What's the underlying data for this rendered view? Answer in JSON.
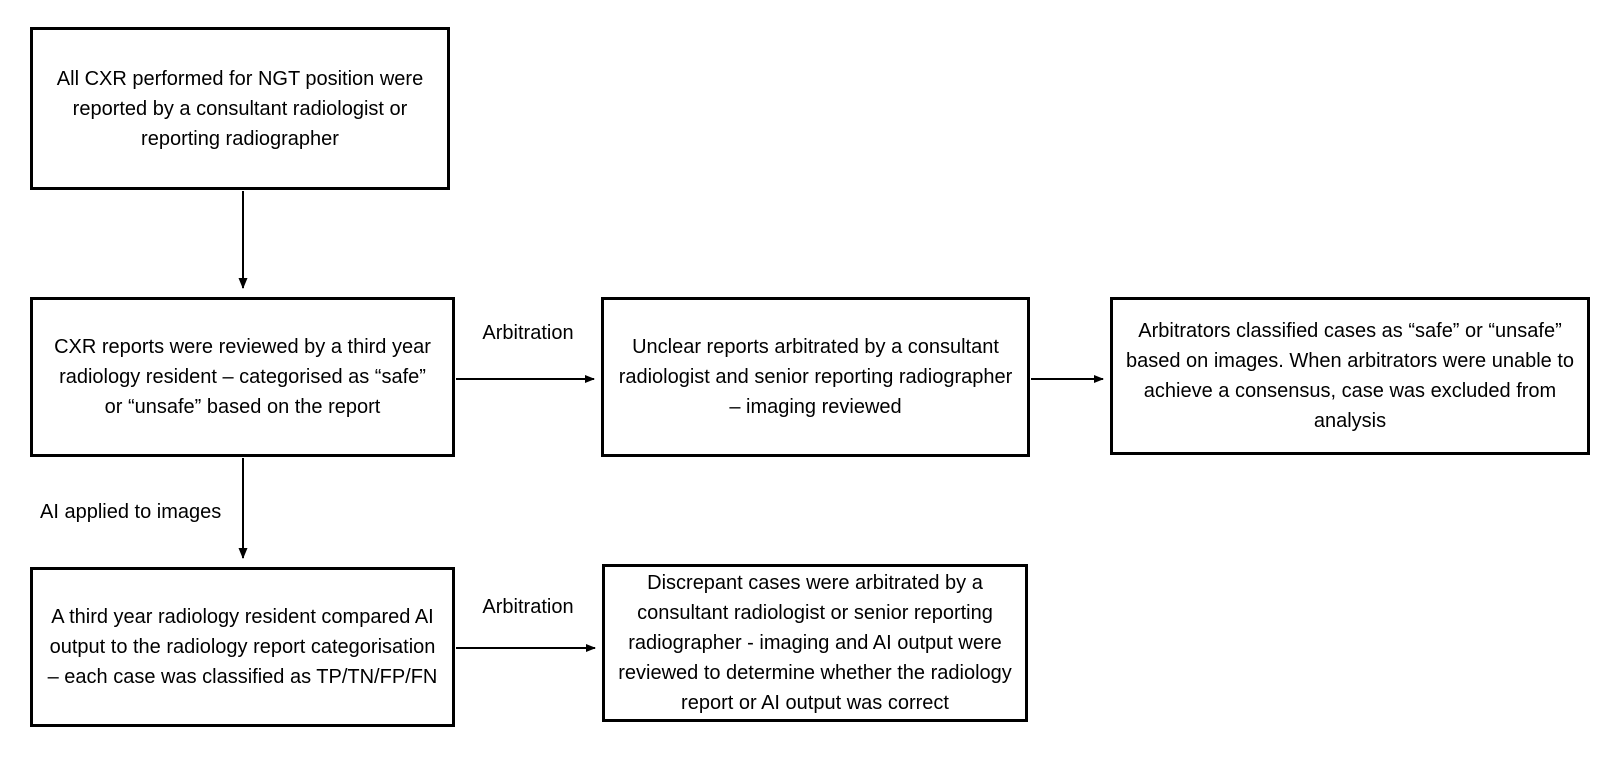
{
  "colors": {
    "background": "#ffffff",
    "box_border": "#000000",
    "text": "#000000",
    "arrow": "#000000"
  },
  "flowchart": {
    "boxes": [
      {
        "id": "cxr-reported",
        "text": "All CXR performed for NGT position were reported by a consultant radiologist or reporting radiographer"
      },
      {
        "id": "cxr-reviewed",
        "text": "CXR reports were reviewed by a third year radiology resident – categorised as “safe” or “unsafe” based on the report"
      },
      {
        "id": "unclear-arbitrated",
        "text": "Unclear reports arbitrated by a consultant radiologist and senior reporting radiographer – imaging reviewed"
      },
      {
        "id": "arbitrators-classified",
        "text": "Arbitrators classified cases as “safe” or “unsafe” based on images. When arbitrators were unable to achieve a consensus, case was excluded from analysis"
      },
      {
        "id": "ai-compared",
        "text": "A third year radiology resident compared AI output to the radiology report categorisation – each case was classified as TP/TN/FP/FN"
      },
      {
        "id": "discrepant-arbitrated",
        "text": "Discrepant cases were arbitrated by a consultant radiologist or senior reporting radiographer - imaging and AI output were reviewed to determine whether the radiology report or AI output was correct"
      }
    ],
    "edge_labels": [
      {
        "id": "arbitration-top",
        "text": "Arbitration"
      },
      {
        "id": "ai-applied",
        "text": "AI applied to images"
      },
      {
        "id": "arbitration-bottom",
        "text": "Arbitration"
      }
    ]
  }
}
